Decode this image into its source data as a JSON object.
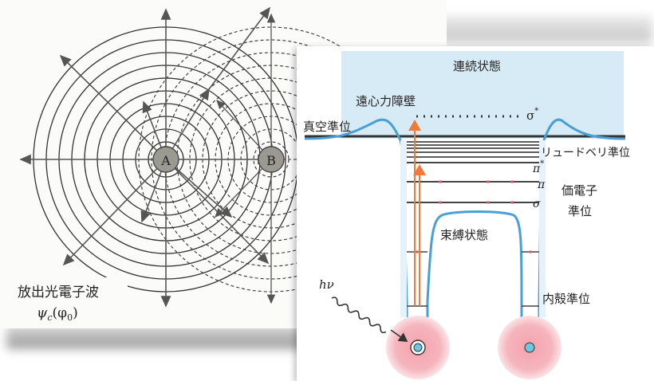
{
  "left_diagram": {
    "center_a_label": "A",
    "center_b_label": "B",
    "caption_line1": "放出光電子波",
    "caption_line2": "ψ",
    "caption_sub": "c",
    "caption_phi": "(φ",
    "caption_phi_sub": "0",
    "caption_close": ")"
  },
  "right_diagram": {
    "continuum_label": "連続状態",
    "barrier_label": "遠心力障壁",
    "vacuum_label": "真空準位",
    "sigma_star_label": "σ",
    "sigma_star_sup": "*",
    "rydberg_label": "リュードベリ準位",
    "pi_star_label": "π",
    "pi_star_sup": "*",
    "pi_label": "π",
    "sigma_label": "σ",
    "valence_label_1": "価電子",
    "valence_label_2": "準位",
    "bound_label": "束縛状態",
    "core_label": "内殻準位",
    "photon_label": "hν"
  },
  "colors": {
    "continuum_fill": "#d7ebf7",
    "potential_line": "#4a9fd6",
    "arrow_orange": "#f07a3c",
    "atom_glow": "#f29aa6",
    "atom_core": "#6cc7df"
  }
}
